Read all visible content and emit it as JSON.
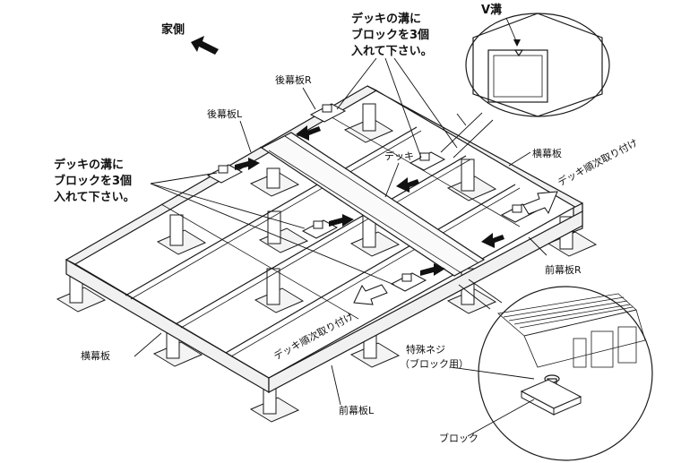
{
  "labels": {
    "house_side": "家側",
    "v_groove": "V溝",
    "block_note_top": [
      "デッキの溝に",
      "ブロックを3個",
      "入れて下さい。"
    ],
    "block_note_left": [
      "デッキの溝に",
      "ブロックを3個",
      "入れて下さい。"
    ],
    "rear_panel_r": "後幕板R",
    "rear_panel_l": "後幕板L",
    "deck": "デッキ",
    "side_panel_right": "横幕板",
    "side_panel_left": "横幕板",
    "deck_order_right": "デッキ順次取り付け",
    "deck_order_front": "デッキ順次取り付け",
    "front_panel_r": "前幕板R",
    "front_panel_l": "前幕板L",
    "special_screw": "特殊ネジ",
    "special_screw_sub": "（ブロック用）",
    "block": "ブロック"
  }
}
